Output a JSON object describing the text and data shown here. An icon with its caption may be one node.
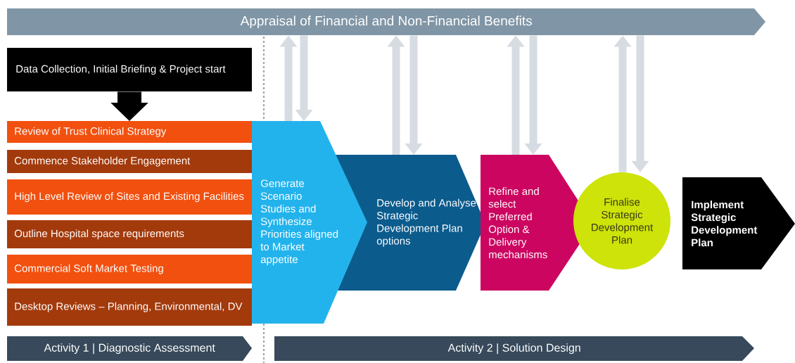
{
  "diagram": {
    "nodes": [
      {
        "text": [
          "Appraisal of Financial and Non-Financial Benefits"
        ]
      },
      {
        "text": [
          "Data Collection, Initial Briefing & Project start"
        ]
      },
      {
        "text": [
          "Review of Trust Clinical Strategy"
        ]
      },
      {
        "text": [
          "Commence Stakeholder Engagement"
        ]
      },
      {
        "text": [
          "High Level Review of Sites and Existing Facilities"
        ]
      },
      {
        "text": [
          "Outline Hospital space requirements"
        ]
      },
      {
        "text": [
          "Commercial Soft Market Testing"
        ]
      },
      {
        "text": [
          "Desktop Reviews – Planning, Environmental, DV"
        ]
      },
      {
        "text": [
          "Generate Scenario Studies and Synthesize Priorities aligned to Market appetite"
        ]
      },
      {
        "text": [
          "Develop and Analyse Strategic Development Plan options"
        ]
      },
      {
        "text": [
          "Refine and select Preferred Option & Delivery mechanisms"
        ]
      },
      {
        "text": [
          "Finalise Strategic Development Plan"
        ]
      },
      {
        "text": [
          "Implement Strategic Development Plan"
        ]
      },
      {
        "text": [
          "Activity 1 | Diagnostic Assessment"
        ]
      },
      {
        "text": [
          "Activity 2 | Solution Design"
        ]
      }
    ],
    "edges": [
      {
        "from": 1,
        "to": 2,
        "arrow": "to",
        "style": "thick",
        "color": "#000000"
      },
      {
        "from": 8,
        "to": 0,
        "arrow": "to"
      },
      {
        "from": 0,
        "to": 8,
        "arrow": "to"
      },
      {
        "from": 9,
        "to": 0,
        "arrow": "to"
      },
      {
        "from": 0,
        "to": 9,
        "arrow": "to"
      },
      {
        "from": 10,
        "to": 0,
        "arrow": "to"
      },
      {
        "from": 0,
        "to": 10,
        "arrow": "to"
      },
      {
        "from": 11,
        "to": 0,
        "arrow": "to"
      },
      {
        "from": 0,
        "to": 11,
        "arrow": "to"
      }
    ]
  }
}
